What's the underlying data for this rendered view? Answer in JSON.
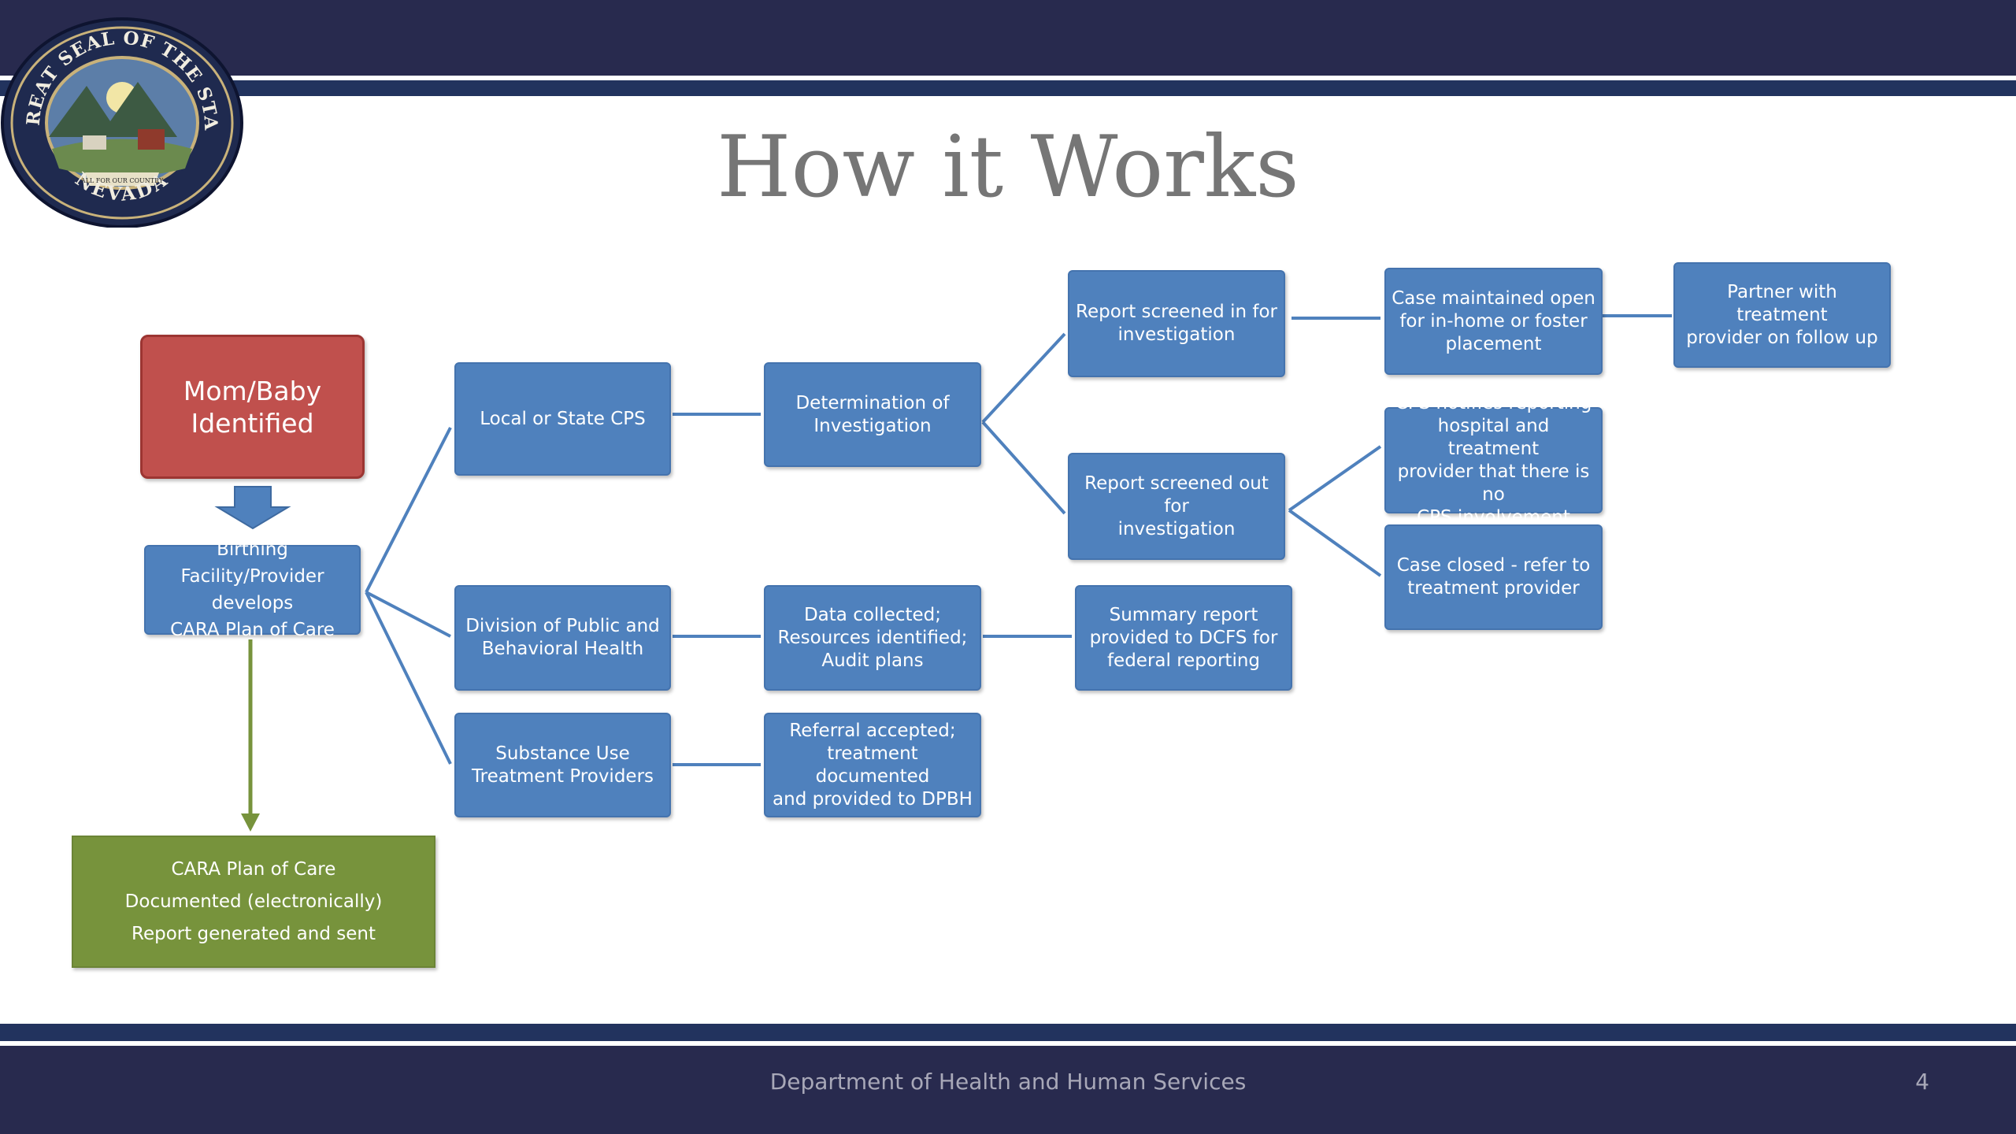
{
  "slide": {
    "title": "How it Works",
    "footer": "Department of Health and Human Services",
    "page_number": "4"
  },
  "seal": {
    "ring_text_top": "THE GREAT SEAL OF THE STATE OF",
    "ring_text_bottom": "NEVADA",
    "banner_text": "ALL FOR OUR COUNTRY"
  },
  "nodes": {
    "mom_baby": "Mom/Baby\nIdentified",
    "birthing_facility": "Birthing Facility/Provider\ndevelops\nCARA Plan of Care",
    "cara_documented": "CARA Plan of Care\nDocumented (electronically)\nReport generated and sent",
    "local_cps": "Local or State CPS",
    "dpbh": "Division of Public and\nBehavioral Health",
    "sutp": "Substance Use\nTreatment Providers",
    "determination": "Determination of\nInvestigation",
    "data_collected": "Data collected;\nResources identified;\nAudit plans",
    "referral_accepted": "Referral accepted;\ntreatment documented\nand provided to DPBH",
    "screened_in": "Report screened in for\ninvestigation",
    "screened_out": "Report screened out for\ninvestigation",
    "summary_report": "Summary report\nprovided to DCFS for\nfederal reporting",
    "case_open": "Case maintained open\nfor in-home or foster\nplacement",
    "cps_notifies": "CPS notifies reporting\nhospital and treatment\nprovider that there is no\nCPS involvement",
    "case_closed": "Case closed - refer to\ntreatment provider",
    "partner": "Partner with treatment\nprovider on follow up"
  },
  "colors": {
    "header_bar": "#282a4e",
    "stripe": "#22335e",
    "node_blue": "#4f81bd",
    "node_red": "#c0504d",
    "node_green": "#77933c",
    "connector": "#4f81bd",
    "green_arrow": "#77933c",
    "title_gray": "#767676"
  }
}
